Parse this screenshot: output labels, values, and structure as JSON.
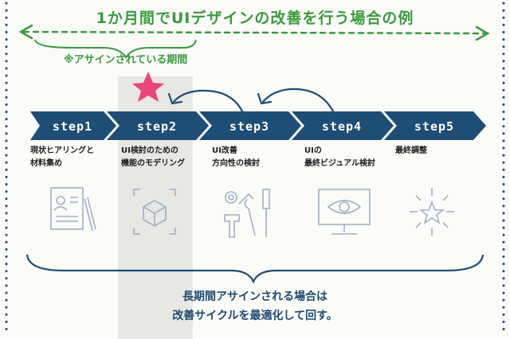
{
  "title": "1か月間でUIデザインの改善を行う場合の例",
  "assign_note": "※アサインされている期間",
  "steps": [
    {
      "label": "step1",
      "desc_line1": "現状ヒアリングと",
      "desc_line2": "材料集め",
      "icon": "document-person-pen-icon"
    },
    {
      "label": "step2",
      "desc_line1": "UI検討のための",
      "desc_line2": "機能のモデリング",
      "icon": "box-in-frame-icon"
    },
    {
      "label": "step3",
      "desc_line1": "UI改善",
      "desc_line2": "方向性の検討",
      "icon": "tools-gear-icon"
    },
    {
      "label": "step4",
      "desc_line1": "UIの",
      "desc_line2": "最終ビジュアル検討",
      "icon": "monitor-eye-icon"
    },
    {
      "label": "step5",
      "desc_line1": "最終調整",
      "desc_line2": "",
      "icon": "sparkle-star-icon"
    }
  ],
  "bottom_line1": "長期間アサインされる場合は",
  "bottom_line2": "改善サイクルを最適化して回す。",
  "colors": {
    "step_fill": "#1e4d75",
    "accent_green": "#3a9a3f",
    "star_pink": "#e8457a",
    "icon_gray": "#9eb2c6",
    "highlight": "#e7e7e4"
  }
}
